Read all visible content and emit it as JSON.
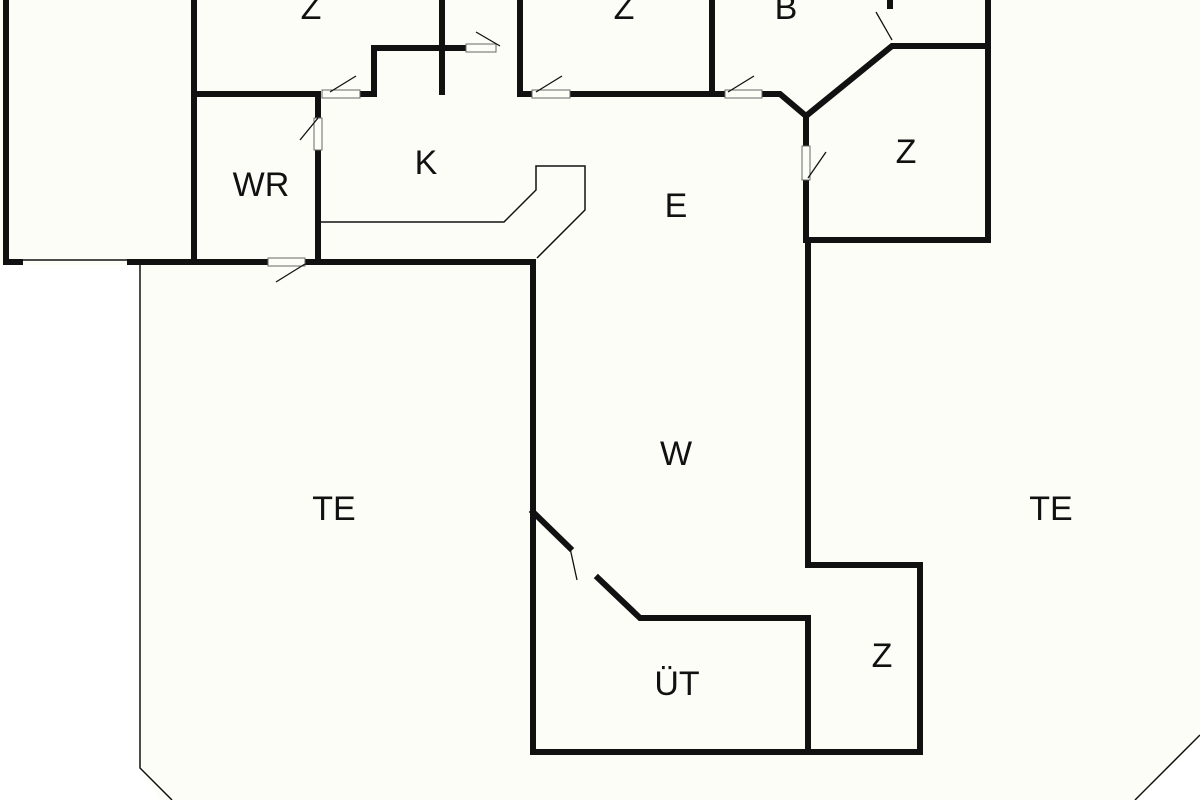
{
  "rooms": [
    {
      "id": "bedroom-top-left",
      "label": "Z"
    },
    {
      "id": "bedroom-top-middle",
      "label": "Z"
    },
    {
      "id": "bathroom",
      "label": "B"
    },
    {
      "id": "bedroom-right",
      "label": "Z"
    },
    {
      "id": "wc",
      "label": "WR"
    },
    {
      "id": "kitchen",
      "label": "K"
    },
    {
      "id": "hallway",
      "label": "E"
    },
    {
      "id": "living",
      "label": "W"
    },
    {
      "id": "terrace-left",
      "label": "TE"
    },
    {
      "id": "terrace-right",
      "label": "TE"
    },
    {
      "id": "utility",
      "label": "ÜT"
    },
    {
      "id": "bedroom-bottom",
      "label": "Z"
    }
  ],
  "colors": {
    "wall": "#111111",
    "floor": "#fdfdf8",
    "background": "#ffffff"
  }
}
